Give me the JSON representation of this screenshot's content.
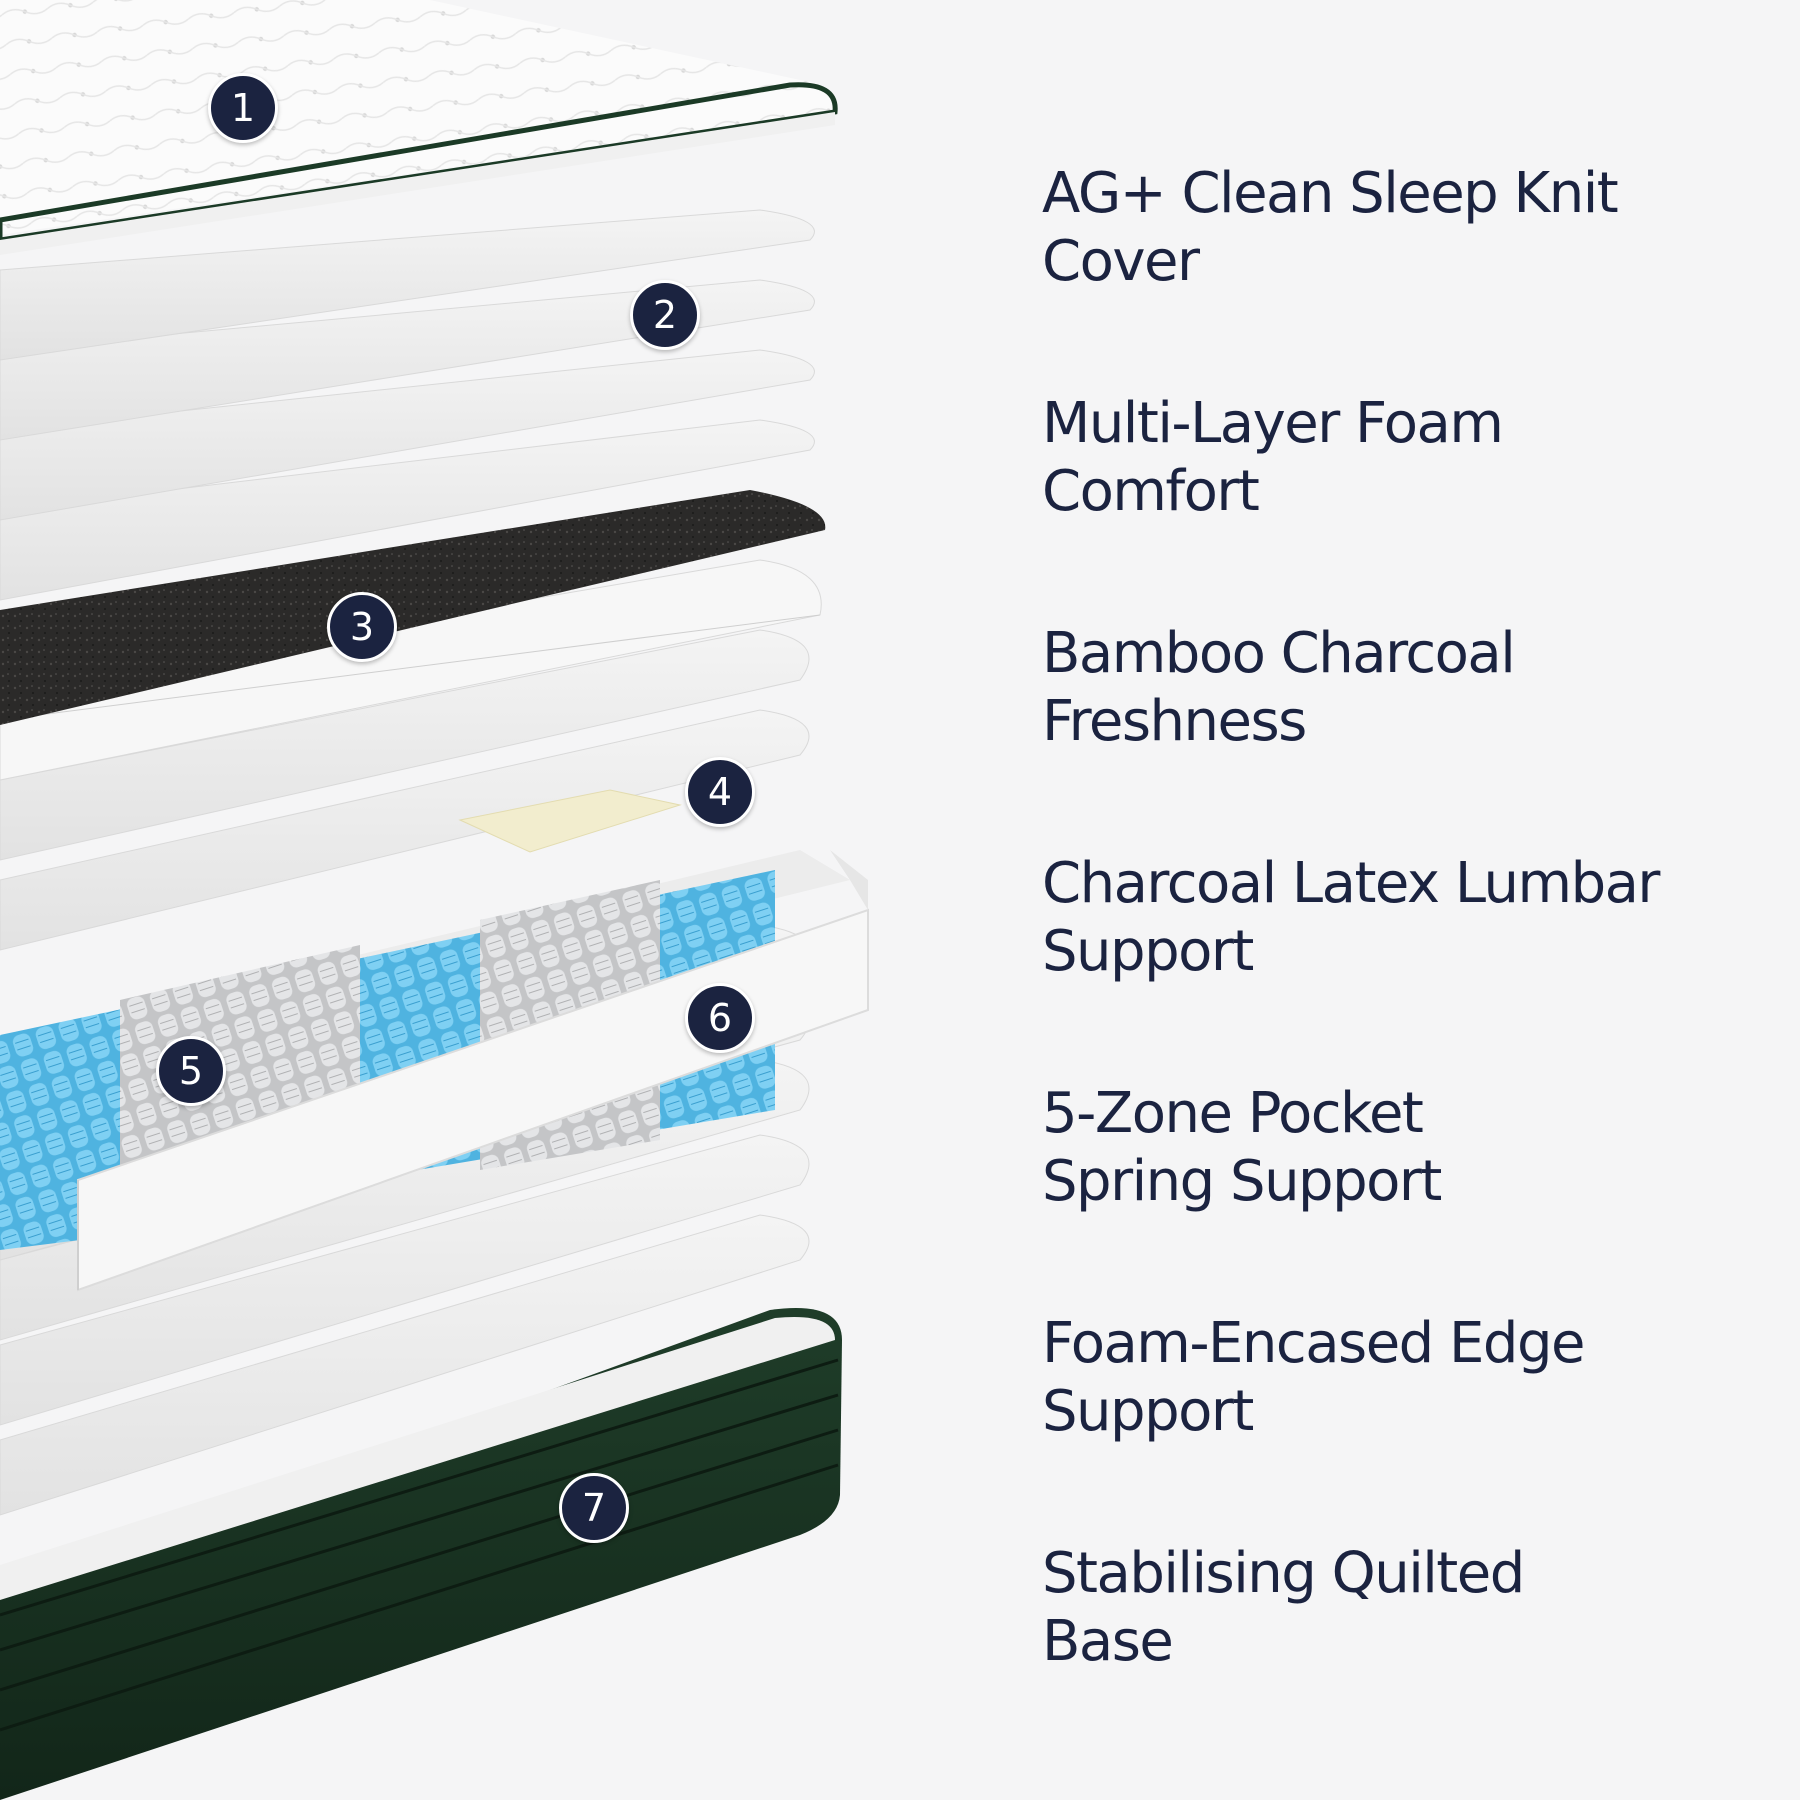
{
  "colors": {
    "background": "#f5f5f6",
    "text": "#1b2340",
    "marker_fill": "#1b2340",
    "marker_text": "#ffffff",
    "base_green": "#17301f",
    "charcoal": "#2b2a29",
    "spring_blue": "#5cc0ea",
    "spring_grey": "#cfd0d2"
  },
  "markers": [
    "1",
    "2",
    "3",
    "4",
    "5",
    "6",
    "7"
  ],
  "labels": [
    "AG+ Clean Sleep Knit\nCover",
    "Multi-Layer Foam\nComfort",
    "Bamboo Charcoal\nFreshness",
    "Charcoal Latex Lumbar\nSupport",
    "5-Zone Pocket\nSpring Support",
    "Foam-Encased Edge\nSupport",
    "Stabilising Quilted\nBase"
  ]
}
